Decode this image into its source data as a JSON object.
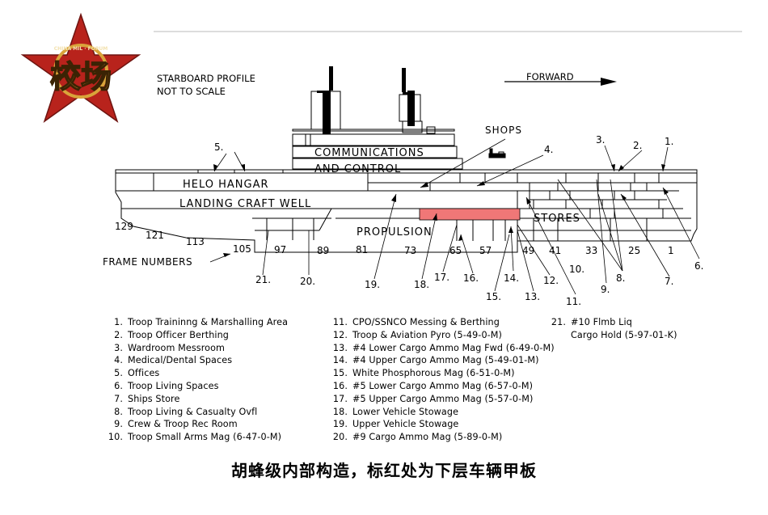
{
  "logo": {
    "chars": "校场",
    "ring_text": "CHINA MIL · FORUM"
  },
  "colors": {
    "logo_star": "#b8231c",
    "logo_gold": "#d9a43a",
    "highlight": "#f07777",
    "line": "#000000"
  },
  "header": {
    "line1": "STARBOARD PROFILE",
    "line2": "NOT TO SCALE",
    "forward": "FORWARD"
  },
  "compartments": {
    "comms1": "COMMUNICATIONS",
    "comms2": "AND CONTROL",
    "helo": "HELO HANGAR",
    "well": "LANDING CRAFT WELL",
    "propulsion": "PROPULSION",
    "stores": "STORES",
    "shops": "SHOPS"
  },
  "frames": {
    "title": "FRAME NUMBERS",
    "n129": "129",
    "n121": "121",
    "n113": "113",
    "n105": "105",
    "n97": "97",
    "n89": "89",
    "n81": "81",
    "n73": "73",
    "n65": "65",
    "n57": "57",
    "n49": "49",
    "n41": "41",
    "n33": "33",
    "n25": "25",
    "n1": "1"
  },
  "callouts": {
    "c1": "1.",
    "c2": "2.",
    "c3": "3.",
    "c4": "4.",
    "c5": "5.",
    "c6": "6.",
    "c7": "7.",
    "c8": "8.",
    "c9": "9.",
    "c10": "10.",
    "c11": "11.",
    "c12": "12.",
    "c13": "13.",
    "c14": "14.",
    "c15": "15.",
    "c16": "16.",
    "c17": "17.",
    "c18": "18.",
    "c19": "19.",
    "c20": "20.",
    "c21": "21."
  },
  "legend": [
    {
      "num": "1.",
      "text": "Troop Traininng & Marshalling Area"
    },
    {
      "num": "2.",
      "text": "Troop Officer Berthing"
    },
    {
      "num": "3.",
      "text": "Wardroom Messroom"
    },
    {
      "num": "4.",
      "text": "Medical/Dental Spaces"
    },
    {
      "num": "5.",
      "text": "Offices"
    },
    {
      "num": "6.",
      "text": "Troop Living Spaces"
    },
    {
      "num": "7.",
      "text": "Ships Store"
    },
    {
      "num": "8.",
      "text": "Troop Living & Casualty Ovfl"
    },
    {
      "num": "9.",
      "text": "Crew & Troop Rec Room"
    },
    {
      "num": "10.",
      "text": "Troop Small Arms Mag (6-47-0-M)"
    },
    {
      "num": "11.",
      "text": "CPO/SSNCO Messing & Berthing"
    },
    {
      "num": "12.",
      "text": "Troop & Aviation Pyro (5-49-0-M)"
    },
    {
      "num": "13.",
      "text": "#4 Lower Cargo Ammo Mag Fwd (6-49-0-M)"
    },
    {
      "num": "14.",
      "text": "#4 Upper Cargo Ammo Mag (5-49-01-M)"
    },
    {
      "num": "15.",
      "text": "White Phosphorous Mag (6-51-0-M)"
    },
    {
      "num": "16.",
      "text": "#5 Lower Cargo Ammo Mag (6-57-0-M)"
    },
    {
      "num": "17.",
      "text": "#5 Upper Cargo Ammo Mag (5-57-0-M)"
    },
    {
      "num": "18.",
      "text": "Lower Vehicle Stowage"
    },
    {
      "num": "19.",
      "text": "Upper Vehicle Stowage"
    },
    {
      "num": "20.",
      "text": "#9 Cargo Ammo Mag (5-89-0-M)"
    },
    {
      "num": "21.",
      "text": "#10 Flmb Liq"
    },
    {
      "num": "",
      "text": "Cargo Hold (5-97-01-K)"
    }
  ],
  "caption": "胡蜂级内部构造，标红处为下层车辆甲板"
}
